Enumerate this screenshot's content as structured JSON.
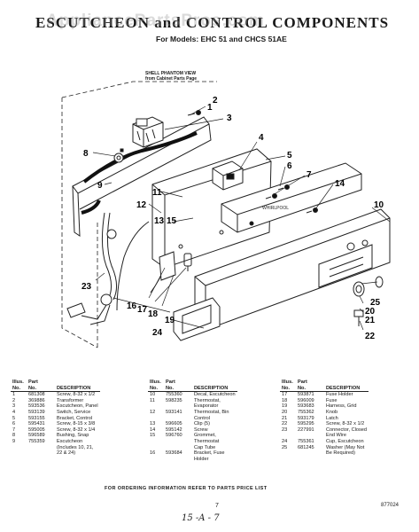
{
  "header": {
    "title": "ESCUTCHEON and CONTROL COMPONENTS",
    "subtitle": "For Models: EHC 51 and CHCS 51AE",
    "watermark": "AppliancePartsPros.com"
  },
  "diagram": {
    "shell_note_line1": "SHELL PHANTOM VIEW",
    "shell_note_line2": "from Cabinet Parts Page",
    "callouts": [
      "1",
      "2",
      "3",
      "4",
      "5",
      "6",
      "7",
      "8",
      "9",
      "10",
      "11",
      "12",
      "13",
      "14",
      "15",
      "16",
      "17",
      "18",
      "19",
      "20",
      "21",
      "22",
      "23",
      "24",
      "25"
    ]
  },
  "parts_table": {
    "headers": {
      "illus": "Illus.",
      "no": "No.",
      "part": "Part",
      "part_no": "No.",
      "description": "DESCRIPTION"
    },
    "col1": [
      {
        "illus": "1",
        "part": "681308",
        "desc": "Screw, 8-32 x 1/2"
      },
      {
        "illus": "2",
        "part": "369886",
        "desc": "Transformer"
      },
      {
        "illus": "3",
        "part": "593536",
        "desc": "Escutcheon, Panel"
      },
      {
        "illus": "4",
        "part": "593139",
        "desc": "Switch, Service"
      },
      {
        "illus": "5",
        "part": "593155",
        "desc": "Bracket, Control"
      },
      {
        "illus": "6",
        "part": "595431",
        "desc": "Screw, 8-15 x 3/8"
      },
      {
        "illus": "7",
        "part": "595005",
        "desc": "Screw, 8-32 x 1/4"
      },
      {
        "illus": "8",
        "part": "596589",
        "desc": "Bushing, Snap"
      },
      {
        "illus": "9",
        "part": "755359",
        "desc": "Escutcheon"
      },
      {
        "illus": "",
        "part": "",
        "desc": "(Includes 10, 21,"
      },
      {
        "illus": "",
        "part": "",
        "desc": "22 & 24)"
      }
    ],
    "col2": [
      {
        "illus": "10",
        "part": "755360",
        "desc": "Decal, Escutcheon"
      },
      {
        "illus": "11",
        "part": "598235",
        "desc": "Thermostat,"
      },
      {
        "illus": "",
        "part": "",
        "desc": "Evaporator"
      },
      {
        "illus": "12",
        "part": "593141",
        "desc": "Thermostat, Bin"
      },
      {
        "illus": "",
        "part": "",
        "desc": "Control"
      },
      {
        "illus": "13",
        "part": "596605",
        "desc": "Clip (5)"
      },
      {
        "illus": "14",
        "part": "595142",
        "desc": "Screw"
      },
      {
        "illus": "15",
        "part": "596760",
        "desc": "Grommet,"
      },
      {
        "illus": "",
        "part": "",
        "desc": "Thermostat"
      },
      {
        "illus": "",
        "part": "",
        "desc": "Cap Tube"
      },
      {
        "illus": "16",
        "part": "593684",
        "desc": "Bracket, Fuse"
      },
      {
        "illus": "",
        "part": "",
        "desc": "Holder"
      }
    ],
    "col3": [
      {
        "illus": "17",
        "part": "593871",
        "desc": "Fuse Holder"
      },
      {
        "illus": "18",
        "part": "596009",
        "desc": "Fuse"
      },
      {
        "illus": "19",
        "part": "593683",
        "desc": "Harness, Grid"
      },
      {
        "illus": "20",
        "part": "755362",
        "desc": "Knob"
      },
      {
        "illus": "21",
        "part": "593179",
        "desc": "Latch"
      },
      {
        "illus": "22",
        "part": "595295",
        "desc": "Screw, 8-32 x 1/2"
      },
      {
        "illus": "23",
        "part": "227991",
        "desc": "Connector, Closed"
      },
      {
        "illus": "",
        "part": "",
        "desc": "End Wire"
      },
      {
        "illus": "24",
        "part": "755361",
        "desc": "Cup, Escutcheon"
      },
      {
        "illus": "25",
        "part": "681245",
        "desc": "Washer (May Not"
      },
      {
        "illus": "",
        "part": "",
        "desc": "Be Required)"
      }
    ]
  },
  "footer": {
    "order_note": "FOR ORDERING INFORMATION REFER TO PARTS PRICE LIST",
    "page_number": "7",
    "doc_code": "877024",
    "handwritten": "15 -A - 7"
  }
}
